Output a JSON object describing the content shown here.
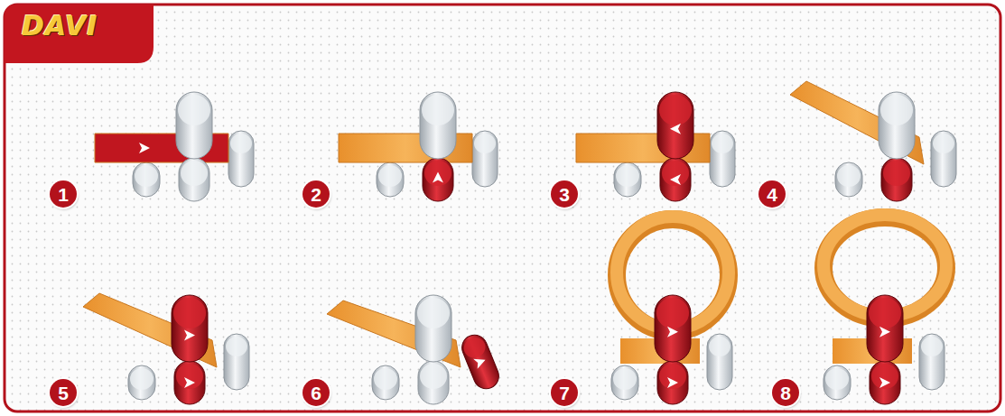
{
  "diagram": {
    "labels": [
      "DAVI",
      "1",
      "2",
      "3",
      "4",
      "5",
      "6",
      "7",
      "8"
    ]
  }
}
